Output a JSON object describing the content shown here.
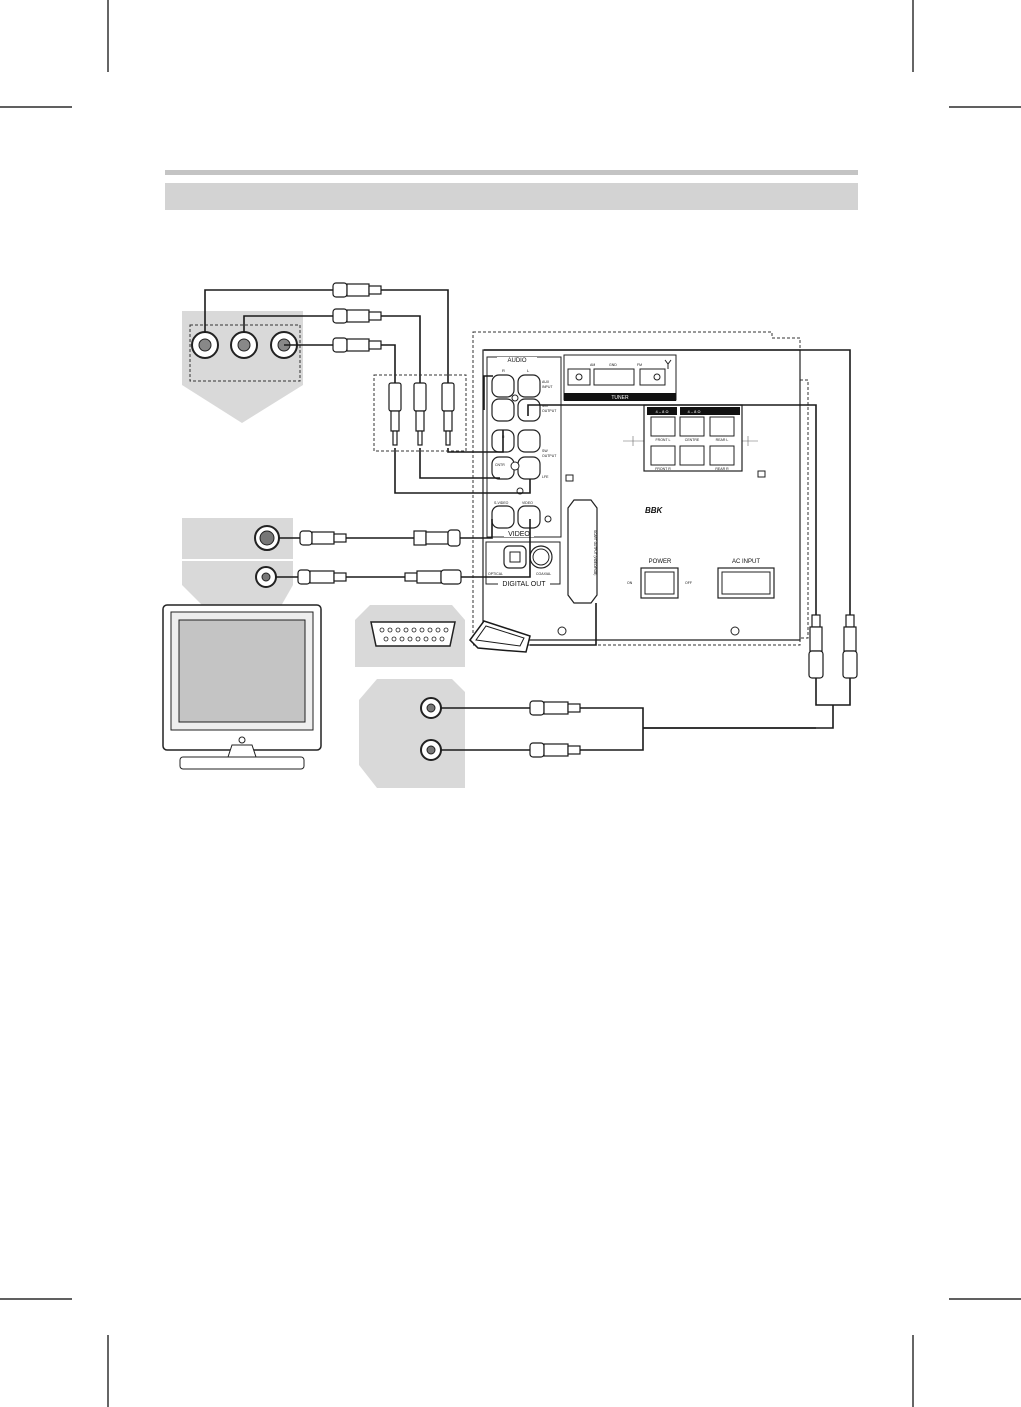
{
  "panel": {
    "audio_label": "AUDIO",
    "audio_r": "R",
    "audio_l": "L",
    "aux_input": [
      "AUX",
      "INPUT"
    ],
    "mix_output": [
      "MIX",
      "OUTPUT"
    ],
    "sw_output": [
      "SW",
      "OUTPUT"
    ],
    "cntr": "CNTR",
    "sw_top": "R",
    "lfe": "LFE",
    "svideo": "S-VIDEO",
    "video_jack": "VIDEO",
    "video_group": "VIDEO",
    "optical": "OPTICAL",
    "coaxial": "COAXIAL",
    "digital_out": "DIGITAL OUT",
    "tuner": "TUNER",
    "tuner_am": "AM",
    "tuner_gnd": "GND",
    "tuner_fm": "FM",
    "spk_header_left": "4 – 8 Ω",
    "spk_header_right": "4 – 8 Ω",
    "spk_front_l": "FRONT L",
    "spk_centre": "CENTRE",
    "spk_rear_l": "REAR L",
    "spk_front_r": "FRONT R",
    "spk_rear_r": "REAR R",
    "brand": "BBK",
    "scart_text": "SCART OUTPUT (VIDEO/RGB)",
    "power": "POWER",
    "on": "ON",
    "off": "OFF",
    "ac_input": "AC INPUT"
  },
  "colors": {
    "header_gray": "#d3d3d3",
    "rule_gray": "#c4c4c4",
    "device_gray": "#d9d9d9",
    "line": "#1a1a1a"
  }
}
